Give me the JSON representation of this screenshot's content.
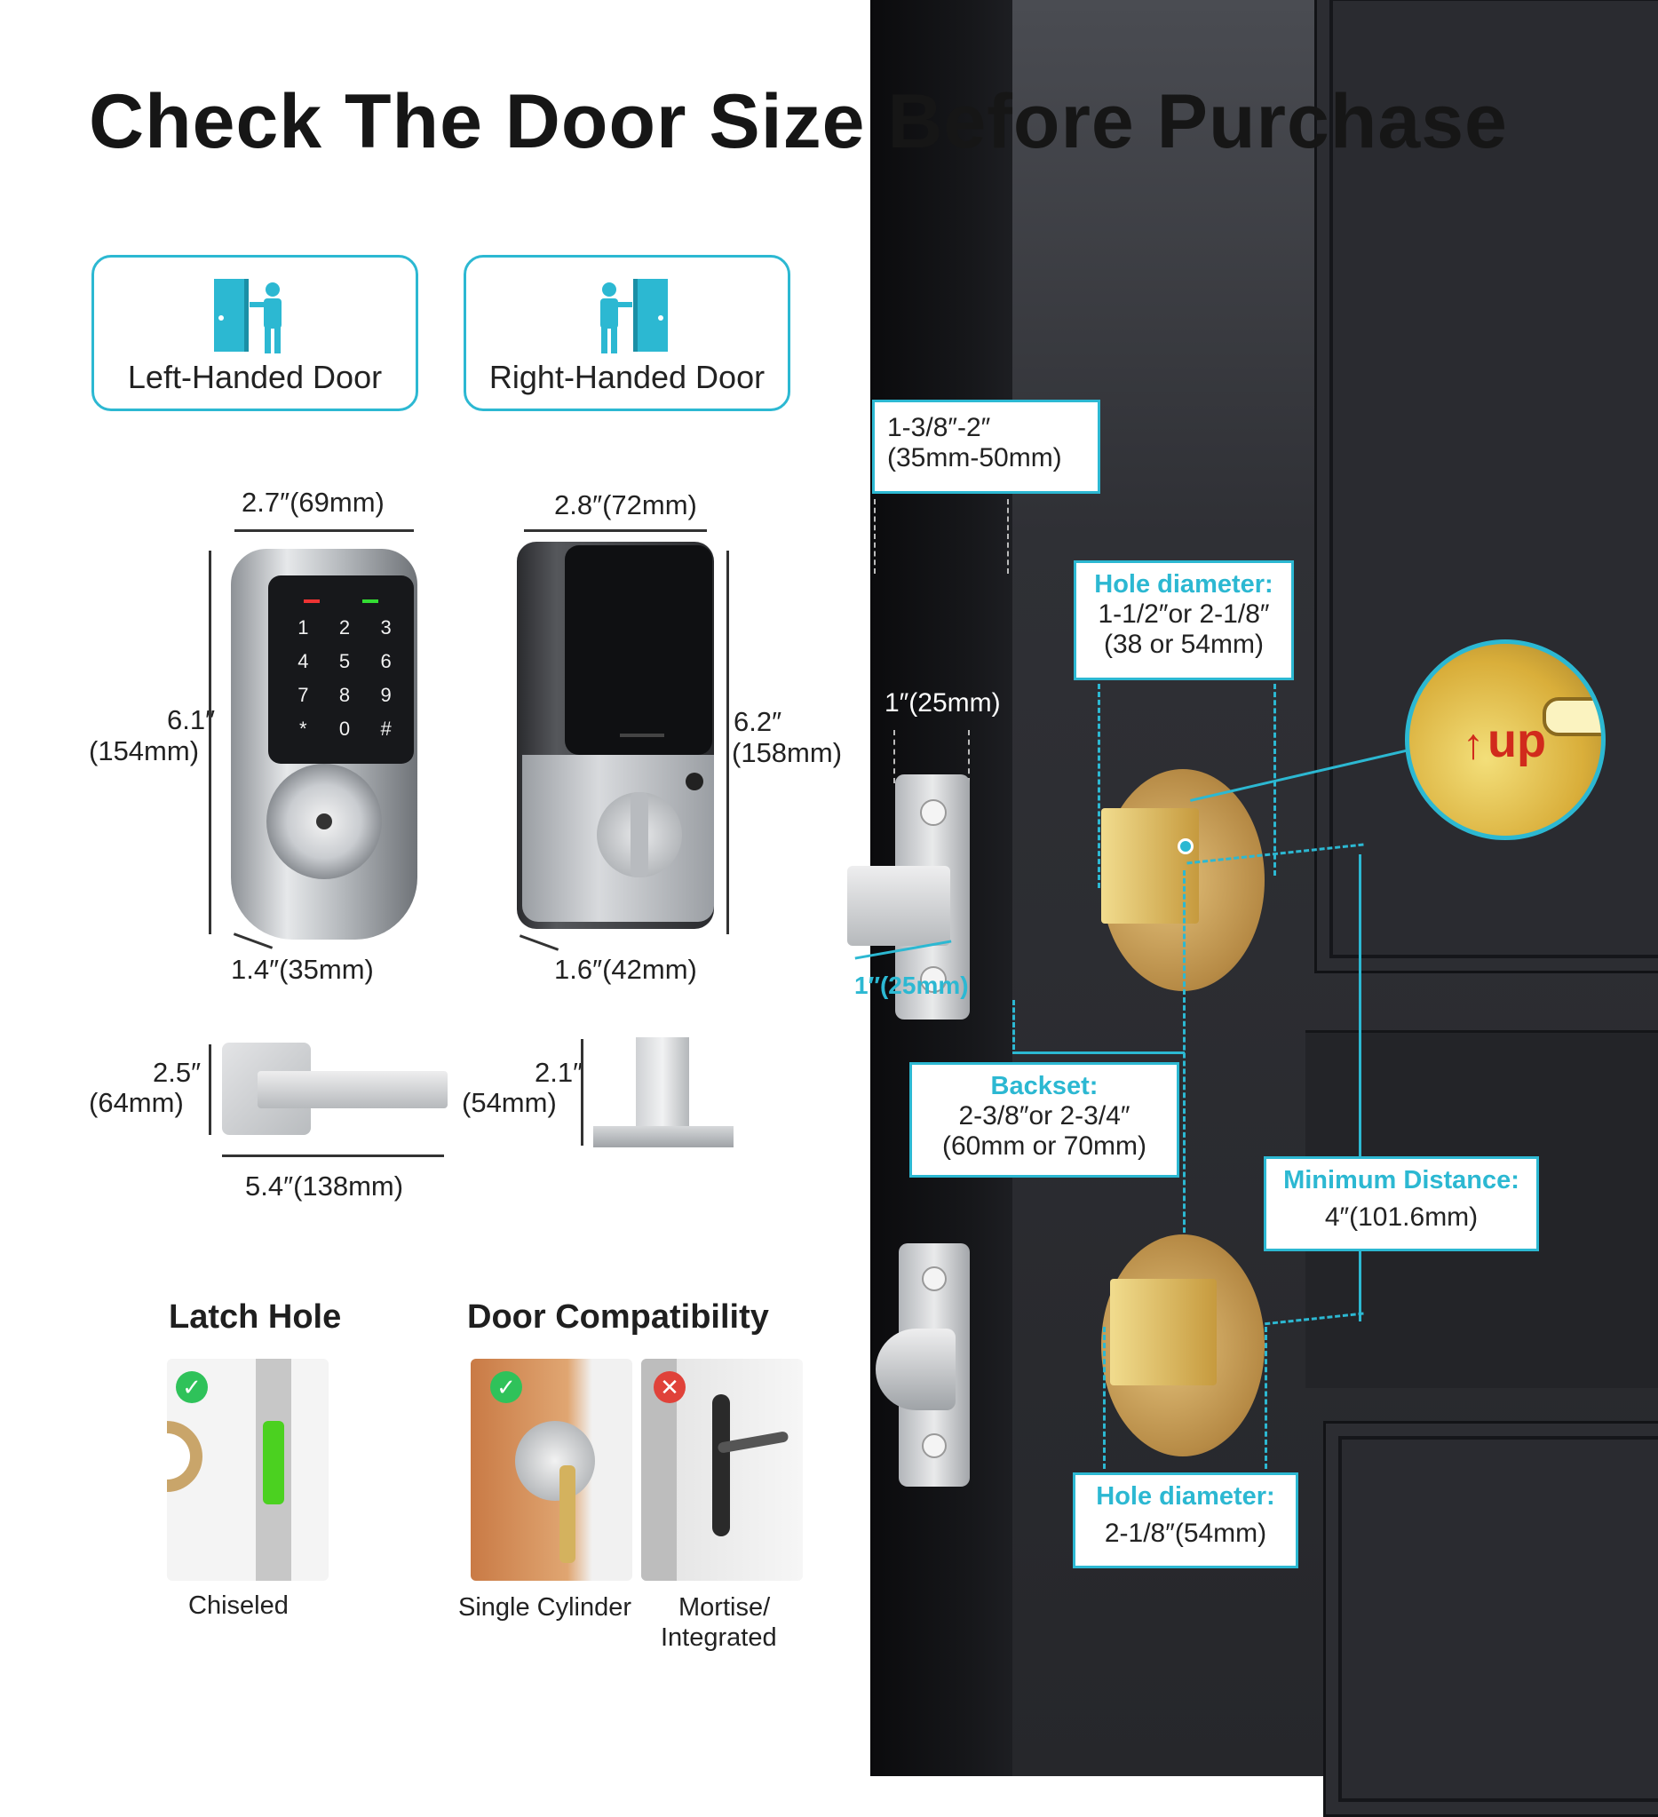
{
  "title": {
    "part1": "Check The Door Size",
    "part2": "Before Purchase"
  },
  "handed": {
    "left": "Left-Handed Door",
    "right": "Right-Handed Door"
  },
  "keypad_lock": {
    "width": "2.7″(69mm)",
    "height_in": "6.1″",
    "height_mm": "(154mm)",
    "depth": "1.4″(35mm)"
  },
  "interior_unit": {
    "width": "2.8″(72mm)",
    "height_in": "6.2″",
    "height_mm": "(158mm)",
    "depth": "1.6″(42mm)"
  },
  "lever": {
    "height_in": "2.5″",
    "height_mm": "(64mm)",
    "width": "5.4″(138mm)"
  },
  "bolt": {
    "height_in": "2.1″",
    "height_mm": "(54mm)"
  },
  "keypad_keys": [
    "1",
    "2",
    "3",
    "4",
    "5",
    "6",
    "7",
    "8",
    "9",
    "*",
    "0",
    "#"
  ],
  "latch_hole": {
    "title": "Latch Hole",
    "label": "Chiseled"
  },
  "compat": {
    "title": "Door Compatibility",
    "single": "Single Cylinder",
    "mortise_1": "Mortise/",
    "mortise_2": "Integrated"
  },
  "door_thickness": {
    "line1": "1-3/8″-2″",
    "line2": "(35mm-50mm)"
  },
  "hole_top": {
    "title": "Hole diameter:",
    "line1": "1-1/2″or 2-1/8″",
    "line2": "(38 or 54mm)"
  },
  "latch_width_top": "1″(25mm)",
  "latch_width_side": "1″(25mm)",
  "up_label": "up",
  "backset": {
    "title": "Backset:",
    "line1": "2-3/8″or 2-3/4″",
    "line2": "(60mm or 70mm)"
  },
  "min_distance": {
    "title": "Minimum Distance:",
    "value": "4″(101.6mm)"
  },
  "hole_bottom": {
    "title": "Hole diameter:",
    "value": "2-1/8″(54mm)"
  },
  "colors": {
    "accent": "#2cb8d2",
    "check": "#2fc25a",
    "cross": "#e0423a",
    "door": "#2a2b30"
  }
}
